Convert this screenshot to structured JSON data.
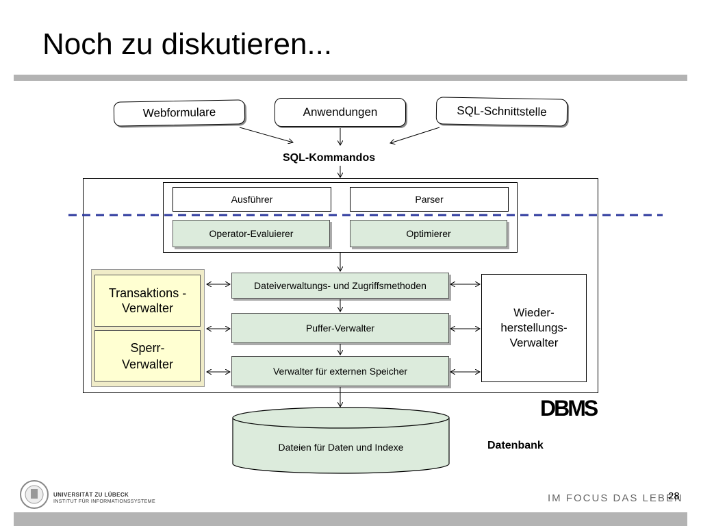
{
  "title": "Noch zu diskutieren...",
  "inputs": {
    "webformulare": "Webformulare",
    "anwendungen": "Anwendungen",
    "sql_schnittstelle": "SQL-Schnittstelle"
  },
  "sql_kommandos": "SQL-Kommandos",
  "query_processing": {
    "ausfuehrer": "Ausführer",
    "parser": "Parser",
    "operator_evaluierer": "Operator-Evaluierer",
    "optimierer": "Optimierer"
  },
  "storage": {
    "dateiverwaltung": "Dateiverwaltungs- und Zugriffsmethoden",
    "puffer": "Puffer-Verwalter",
    "externer_speicher": "Verwalter für externen Speicher"
  },
  "concurrency": {
    "transaktions": "Transaktions - Verwalter",
    "sperr": "Sperr- Verwalter"
  },
  "recovery": "Wieder- herstellungs- Verwalter",
  "dbms_label": "DBMS",
  "database": {
    "files": "Dateien für Daten und Indexe",
    "label": "Datenbank"
  },
  "footer": {
    "university": "UNIVERSITÄT ZU LÜBECK",
    "institute": "INSTITUT FÜR INFORMATIONSSYSTEME",
    "slogan": "IM FOCUS DAS LEBEN",
    "page_number": "28"
  },
  "colors": {
    "green_box": "#dcebdc",
    "yellow_box": "#ffffd2",
    "dashed_line": "#2e3a9e",
    "bar_gray": "#b3b3b3"
  }
}
